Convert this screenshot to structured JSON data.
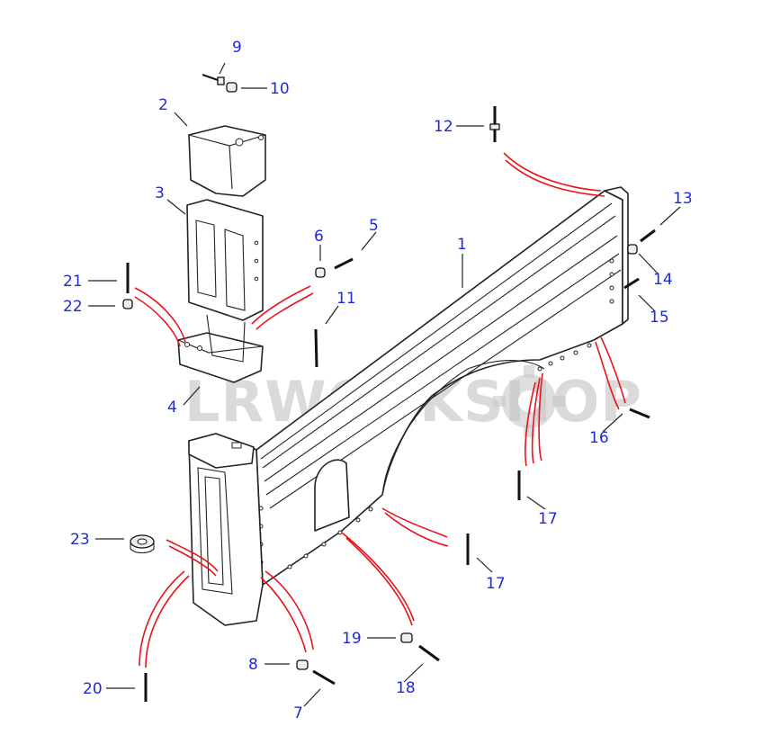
{
  "diagram": {
    "watermark": "LRWORKSHOP",
    "callout_color": "#1f2bd6",
    "highlight_color": "#e8141b",
    "callouts": {
      "c1": "1",
      "c2": "2",
      "c3": "3",
      "c4": "4",
      "c5": "5",
      "c6": "6",
      "c7": "7",
      "c8": "8",
      "c9": "9",
      "c10": "10",
      "c11": "11",
      "c12": "12",
      "c13": "13",
      "c14": "14",
      "c15": "15",
      "c16": "16",
      "c17a": "17",
      "c17b": "17",
      "c18": "18",
      "c19": "19",
      "c20": "20",
      "c21": "21",
      "c22": "22",
      "c23": "23"
    }
  }
}
